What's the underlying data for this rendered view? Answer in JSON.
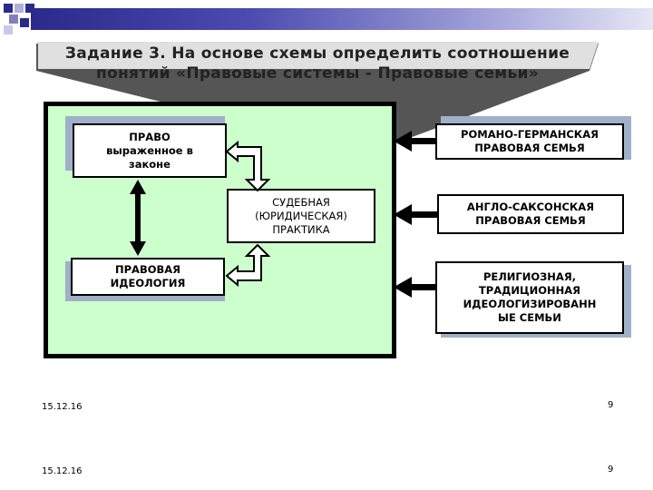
{
  "title": {
    "line1": "Задание 3. На основе схемы определить соотношение",
    "line2": "понятий «Правовые системы - Правовые семьи»"
  },
  "left_boxes": {
    "law": {
      "line1": "ПРАВО",
      "line2": "выраженное в",
      "line3": "законе"
    },
    "ideology": {
      "line1": "ПРАВОВАЯ",
      "line2": "ИДЕОЛОГИЯ"
    },
    "practice": {
      "line1": "СУДЕБНАЯ",
      "line2": "(ЮРИДИЧЕСКАЯ)",
      "line3": "ПРАКТИКА"
    }
  },
  "families": {
    "romano": {
      "line1": "РОМАНО-ГЕРМАНСКАЯ",
      "line2": "ПРАВОВАЯ СЕМЬЯ"
    },
    "anglo": {
      "line1": "АНГЛО-САКСОНСКАЯ",
      "line2": "ПРАВОВАЯ СЕМЬЯ"
    },
    "religious": {
      "line1": "РЕЛИГИОЗНАЯ,",
      "line2": "ТРАДИЦИОННАЯ",
      "line3": "ИДЕОЛОГИЗИРОВАНН",
      "line4": "ЫЕ СЕМЬИ"
    }
  },
  "footer": {
    "date_upper": "15.12.16",
    "page_upper": "9",
    "date_lower": "15.12.16",
    "page_lower": "9"
  },
  "colors": {
    "panel": "#ccffcc",
    "funnel": "#555555",
    "shadow": "#9fb0c8",
    "band_dark": "#2a2a8c"
  }
}
